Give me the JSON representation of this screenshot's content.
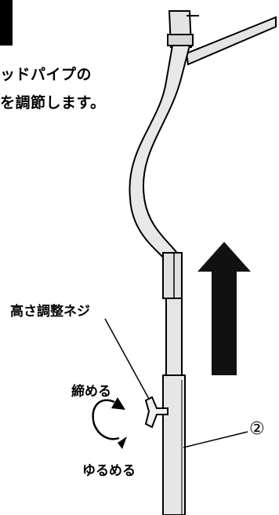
{
  "heading": {
    "line1": "ッドパイプの",
    "line2": "を調節します。"
  },
  "labels": {
    "knob": "高さ調整ネジ",
    "tighten": "締める",
    "loosen": "ゆるめる",
    "part_number": "②"
  },
  "icons": {
    "direction": "up-arrow-icon",
    "rotation": "rotate-arrows-icon"
  }
}
